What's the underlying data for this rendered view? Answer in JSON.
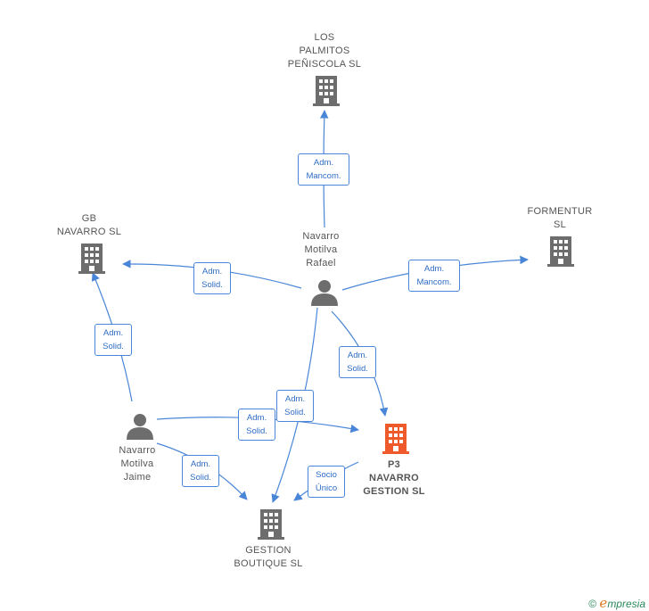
{
  "colors": {
    "edge": "#4a86d8",
    "company": "#6d6d6d",
    "focus": "#ee5a2c",
    "person": "#6d6d6d"
  },
  "nodes": {
    "los_palmitos": {
      "label": "LOS\nPALMITOS\nPEÑISCOLA  SL",
      "icon": "building-icon"
    },
    "gb_navarro": {
      "label": "GB\nNAVARRO  SL",
      "icon": "building-icon"
    },
    "formentur": {
      "label": "FORMENTUR\nSL",
      "icon": "building-icon"
    },
    "rafael": {
      "label": "Navarro\nMotilva\nRafael",
      "icon": "person-icon"
    },
    "jaime": {
      "label": "Navarro\nMotilva\nJaime",
      "icon": "person-icon"
    },
    "p3": {
      "label": "P3\nNAVARRO\nGESTION  SL",
      "icon": "building-icon"
    },
    "gestion_boutique": {
      "label": "GESTION\nBOUTIQUE  SL",
      "icon": "building-icon"
    }
  },
  "edges": [
    {
      "id": "e1",
      "label": "Adm.\nMancom."
    },
    {
      "id": "e2",
      "label": "Adm.\nSolid."
    },
    {
      "id": "e3",
      "label": "Adm.\nMancom."
    },
    {
      "id": "e4",
      "label": "Adm.\nSolid."
    },
    {
      "id": "e5",
      "label": "Adm.\nSolid."
    },
    {
      "id": "e6",
      "label": "Adm.\nSolid."
    },
    {
      "id": "e7",
      "label": "Adm.\nSolid."
    },
    {
      "id": "e8",
      "label": "Adm.\nSolid."
    },
    {
      "id": "e9",
      "label": "Socio\nÚnico"
    }
  ],
  "brand": {
    "copyright": "©",
    "e": "e",
    "rest": "mpresia"
  }
}
